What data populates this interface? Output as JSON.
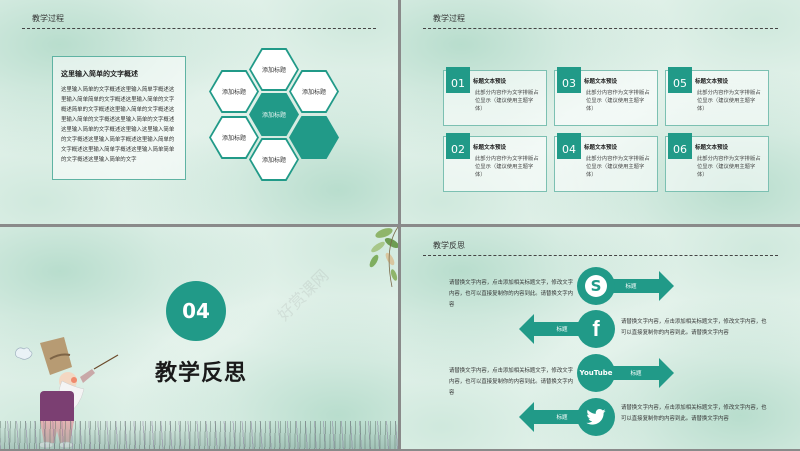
{
  "slides": {
    "s1": {
      "section_title": "教学过程",
      "desc_title": "这里输入简单的文字概述",
      "desc_body": "这里输入简单的文字概述这里输入简单字概述这里输入简单简单的文字概述这里输入简单的文字概述简单的文字概述这里输入简单的文字概述这里输入简单的文字概述这里输入简单的文字概述这里输入简单的文字概述这里输入这里输入简单的文字概述这里输入简单字概述这里输入简单的文字概述这里输入简单字概述这里输入简单简单的文字概述这里输入简单的文字",
      "hexagons": [
        {
          "label": "添加标题",
          "filled": false
        },
        {
          "label": "添加标题",
          "filled": false
        },
        {
          "label": "添加标题",
          "filled": false
        },
        {
          "label": "添加标题",
          "filled": true
        },
        {
          "label": "添加标题",
          "filled": false
        },
        {
          "label": "",
          "filled": true
        },
        {
          "label": "添加标题",
          "filled": false
        }
      ]
    },
    "s2": {
      "section_title": "教学过程",
      "cards": [
        {
          "num": "01",
          "title": "标题文本预设",
          "body": "此部分内容作为文字排版占位显示（建议使用主题字体）"
        },
        {
          "num": "02",
          "title": "标题文本预设",
          "body": "此部分内容作为文字排版占位显示（建议使用主题字体）"
        },
        {
          "num": "03",
          "title": "标题文本预设",
          "body": "此部分内容作为文字排版占位显示（建议使用主题字体）"
        },
        {
          "num": "04",
          "title": "标题文本预设",
          "body": "此部分内容作为文字排版占位显示（建议使用主题字体）"
        },
        {
          "num": "05",
          "title": "标题文本预设",
          "body": "此部分内容作为文字排版占位显示（建议使用主题字体）"
        },
        {
          "num": "06",
          "title": "标题文本预设",
          "body": "此部分内容作为文字排版占位显示（建议使用主题字体）"
        }
      ]
    },
    "s3": {
      "number": "04",
      "title": "教学反思",
      "watermark": "好赏课网"
    },
    "s4": {
      "section_title": "教学反思",
      "rows": [
        {
          "icon": "skype",
          "icon_text": "S",
          "label": "标题",
          "text": "请替换文字内容，点击添加相关标题文字，修改文字内容，也可以直接复制你的内容到此。请替换文字内容"
        },
        {
          "icon": "facebook",
          "icon_text": "f",
          "label": "标题",
          "text": "请替换文字内容，点击添加相关标题文字，修改文字内容，也可以直接复制你的内容到此。请替换文字内容"
        },
        {
          "icon": "youtube",
          "icon_text": "YouTube",
          "label": "标题",
          "text": "请替换文字内容，点击添加相关标题文字，修改文字内容，也可以直接复制你的内容到此。请替换文字内容"
        },
        {
          "icon": "twitter",
          "icon_text": "🐦",
          "label": "标题",
          "text": "请替换文字内容，点击添加相关标题文字，修改文字内容，也可以直接复制你的内容到此。请替换文字内容"
        }
      ]
    }
  },
  "colors": {
    "accent": "#219a88",
    "background": "#eef7f2",
    "divider": "#8a8a8a"
  }
}
